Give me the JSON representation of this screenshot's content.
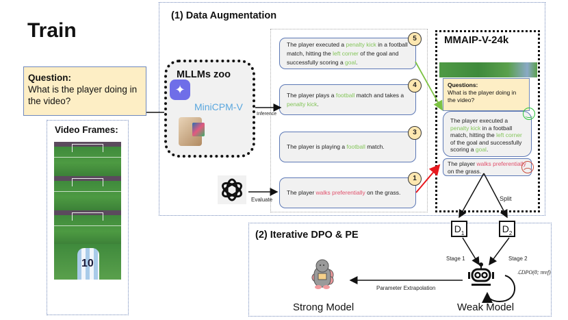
{
  "title": "Train",
  "question": {
    "label": "Question:",
    "text": "What is the player doing in the video?"
  },
  "video_frames": {
    "label": "Video Frames:",
    "frames": [
      "penalty-approach-frame",
      "penalty-kick-frame",
      "goal-scored-frame",
      "celebration-frame"
    ]
  },
  "section1": {
    "title": "(1) Data Augmentation",
    "zoo": {
      "title": "MLLMs zoo",
      "models": [
        {
          "name": "MiniCPM-V",
          "icon": "minicpm-logo-icon"
        },
        {
          "name": "",
          "icon": "llama-monitor-icon"
        }
      ]
    },
    "inference_label": "Inference",
    "evaluate_label": "Evaluate",
    "evaluator_icon": "openai-logo-icon",
    "responses": [
      {
        "score": "5",
        "segments": [
          {
            "text": "The player executed a ",
            "tone": "normal"
          },
          {
            "text": "penalty kick",
            "tone": "good"
          },
          {
            "text": " in a football match, hitting the ",
            "tone": "normal"
          },
          {
            "text": "left corner",
            "tone": "good"
          },
          {
            "text": " of the goal and successfully scoring a ",
            "tone": "normal"
          },
          {
            "text": "goal",
            "tone": "good"
          },
          {
            "text": ".",
            "tone": "normal"
          }
        ]
      },
      {
        "score": "4",
        "segments": [
          {
            "text": "The player plays a ",
            "tone": "normal"
          },
          {
            "text": "football",
            "tone": "good"
          },
          {
            "text": " match and takes a ",
            "tone": "normal"
          },
          {
            "text": "penalty kick",
            "tone": "good"
          },
          {
            "text": ".",
            "tone": "normal"
          }
        ]
      },
      {
        "score": "3",
        "segments": [
          {
            "text": "The player is playing a ",
            "tone": "normal"
          },
          {
            "text": "football",
            "tone": "good"
          },
          {
            "text": " match.",
            "tone": "normal"
          }
        ]
      },
      {
        "score": "1",
        "segments": [
          {
            "text": "The player ",
            "tone": "normal"
          },
          {
            "text": "walks preferentially",
            "tone": "bad"
          },
          {
            "text": " on the grass.",
            "tone": "normal"
          }
        ]
      }
    ],
    "dataset": {
      "title": "MMAIP-V-24k",
      "question_label": "Questions:",
      "question_text": "What is the player doing in the video?",
      "chosen": {
        "face": "happy-face-icon",
        "segments": [
          {
            "text": "The player executed a ",
            "tone": "normal"
          },
          {
            "text": "penalty kick",
            "tone": "good"
          },
          {
            "text": " in a football match, hitting the ",
            "tone": "normal"
          },
          {
            "text": "left corner",
            "tone": "good"
          },
          {
            "text": " of the goal and successfully scoring a ",
            "tone": "normal"
          },
          {
            "text": "goal",
            "tone": "good"
          },
          {
            "text": ".",
            "tone": "normal"
          }
        ]
      },
      "rejected": {
        "face": "sad-face-icon",
        "segments": [
          {
            "text": "The player ",
            "tone": "normal"
          },
          {
            "text": "walks preferentially",
            "tone": "bad"
          },
          {
            "text": " on the grass.",
            "tone": "normal"
          }
        ]
      }
    },
    "split_label": "Split"
  },
  "section2": {
    "title": "(2) Iterative DPO &  PE",
    "d1": {
      "base": "D",
      "sub": "1"
    },
    "d2": {
      "base": "D",
      "sub": "2"
    },
    "stage1_label": "Stage 1",
    "stage2_label": "Stage 2",
    "loss_label": "ℒDPO(θ; πref)",
    "extrapolation_label": "Parameter Extrapolation",
    "strong_model_label": "Strong Model",
    "weak_model_label": "Weak Model"
  },
  "colors": {
    "good": "#84c55a",
    "bad": "#e0506b",
    "question_bg": "#fdeec5",
    "box_border": "#5b77b5",
    "section_border": "#6f86b8",
    "green_arrow": "#7cc243",
    "red_arrow": "#e8181e"
  }
}
